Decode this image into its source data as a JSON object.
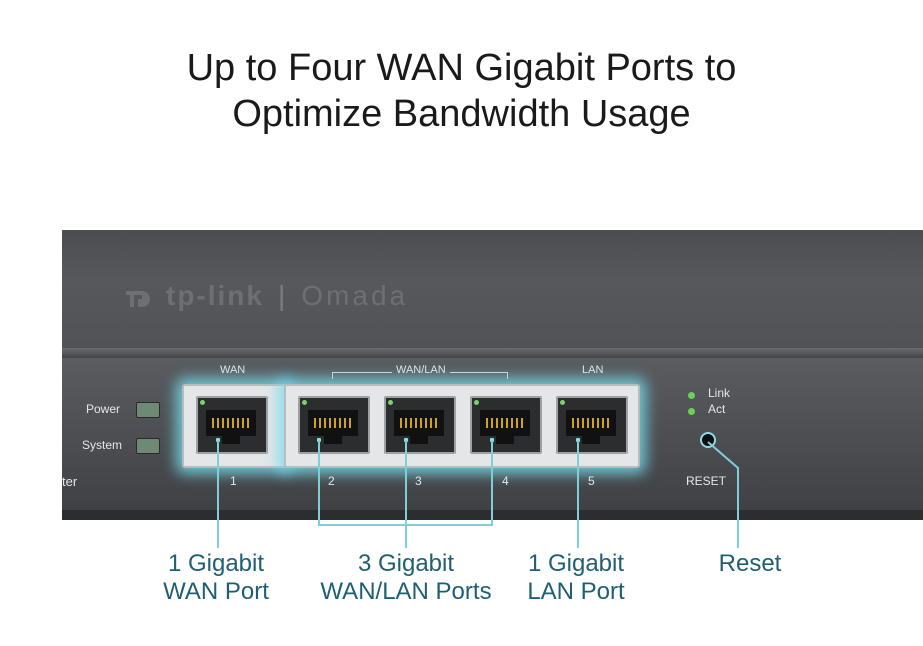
{
  "headline": {
    "line1": "Up to Four WAN Gigabit Ports to",
    "line2": "Optimize Bandwidth Usage"
  },
  "router": {
    "brand": "tp-link",
    "subbrand": "Omada",
    "partial_left_text": "ter",
    "indicators": {
      "power": "Power",
      "system": "System"
    },
    "groups": {
      "wan": "WAN",
      "wanlan": "WAN/LAN",
      "lan": "LAN"
    },
    "port_numbers": [
      "1",
      "2",
      "3",
      "4",
      "5"
    ],
    "status": {
      "link": "Link",
      "act": "Act"
    },
    "reset_label": "RESET"
  },
  "callouts": {
    "wan": {
      "line1": "1 Gigabit",
      "line2": "WAN Port"
    },
    "wanlan": {
      "line1": "3 Gigabit",
      "line2": "WAN/LAN Ports"
    },
    "lan": {
      "line1": "1 Gigabit",
      "line2": "LAN Port"
    },
    "reset": {
      "line1": "Reset"
    }
  },
  "colors": {
    "callout_text": "#1f5f73",
    "glow": "#7de3ea",
    "router_body": "#4f5154"
  }
}
